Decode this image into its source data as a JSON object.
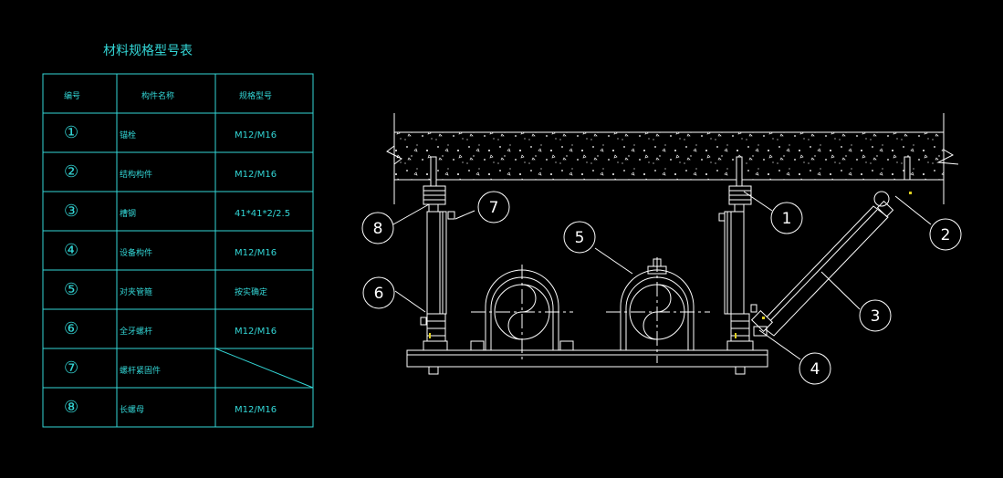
{
  "colors": {
    "background": "#000000",
    "table_lines": "#33d6d6",
    "table_text": "#33d6d6",
    "drawing": "#ffffff",
    "yellow": "#e0d020"
  },
  "table": {
    "title": "材料规格型号表",
    "headers": [
      "编号",
      "构件名称",
      "规格型号"
    ],
    "rows": [
      {
        "no": "①",
        "name": "锚栓",
        "spec": "M12/M16"
      },
      {
        "no": "②",
        "name": "结构构件",
        "spec": "M12/M16"
      },
      {
        "no": "③",
        "name": "槽钢",
        "spec": "41*41*2/2.5"
      },
      {
        "no": "④",
        "name": "设备构件",
        "spec": "M12/M16"
      },
      {
        "no": "⑤",
        "name": "对夹管箍",
        "spec": "按实确定"
      },
      {
        "no": "⑥",
        "name": "全牙螺杆",
        "spec": "M12/M16"
      },
      {
        "no": "⑦",
        "name": "螺杆紧固件",
        "spec": ""
      },
      {
        "no": "⑧",
        "name": "长螺母",
        "spec": "M12/M16"
      }
    ]
  },
  "callouts": {
    "c1": "1",
    "c2": "2",
    "c3": "3",
    "c4": "4",
    "c5": "5",
    "c6": "6",
    "c7": "7",
    "c8": "8"
  }
}
